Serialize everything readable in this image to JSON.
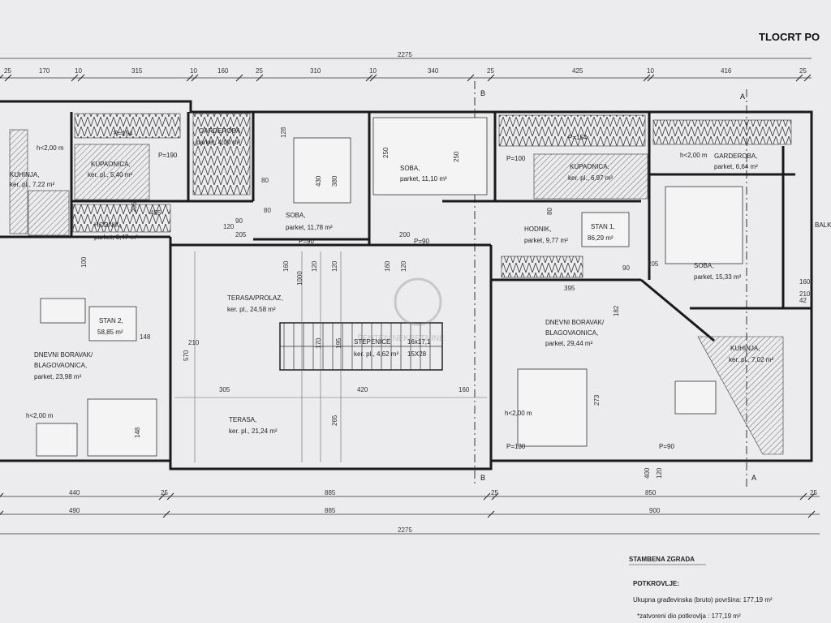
{
  "title": "TLOCRT PO",
  "dims_top": [
    "25",
    "170",
    "10",
    "315",
    "10",
    "160",
    "25",
    "310",
    "10",
    "340",
    "25",
    "425",
    "10",
    "416",
    "25"
  ],
  "total_top": "2275",
  "dims_bottom_1": [
    "440",
    "25",
    "885",
    "25",
    "850",
    "25"
  ],
  "dims_bottom_2": [
    "490",
    "885",
    "900"
  ],
  "total_bottom": "2275",
  "section_markers": [
    "B",
    "A",
    "B",
    "A"
  ],
  "rooms": {
    "stan2_kuhinja": {
      "name": "KUHINJA,",
      "area": "ker. pl., 7,22 m²"
    },
    "stan2_kupaonica": {
      "name": "KUPAONICA,",
      "area": "ker. pl., 5,40 m²"
    },
    "stan2_garderoba": {
      "name": "GARDEROBA,",
      "area": "parket, 4,00 m²"
    },
    "stan2_soba": {
      "name": "SOBA,",
      "area": "parket, 11,78 m²"
    },
    "stan2_hodnik": {
      "name": "HODNIK,",
      "area": "parket, 6,47 m²"
    },
    "stan2_boravak": {
      "name": "DNEVNI BORAVAK/",
      "name2": "BLAGOVAONICA,",
      "area": "parket, 23,98 m²"
    },
    "soba_mid": {
      "name": "SOBA,",
      "area": "parket, 11,10 m²"
    },
    "terasa_prolaz": {
      "name": "TERASA/PROLAZ,",
      "area": "ker. pl., 24,58 m²"
    },
    "stepenice": {
      "name": "STEPENICE",
      "area": "ker. pl., 4,62 m²"
    },
    "terasa": {
      "name": "TERASA,",
      "area": "ker. pl., 21,24 m²"
    },
    "stan1_kupaonica": {
      "name": "KUPAONICA,",
      "area": "ker. pl., 6,97 m²"
    },
    "stan1_garderoba": {
      "name": "GARDEROBA,",
      "area": "parket, 6,64 m²"
    },
    "stan1_hodnik": {
      "name": "HODNIK,",
      "area": "parket, 9,77 m²"
    },
    "stan1_soba": {
      "name": "SOBA,",
      "area": "parket, 15,33 m²"
    },
    "stan1_boravak": {
      "name": "DNEVNI BORAVAK/",
      "name2": "BLAGOVAONICA,",
      "area": "parket, 29,44 m²"
    },
    "stan1_kuhinja": {
      "name": "KUHINJA,",
      "area": "ker. pl., 7,02 m²"
    },
    "balkon": {
      "name": "BALK"
    }
  },
  "units": {
    "stan1": {
      "name": "STAN 1,",
      "area": "86,29 m²"
    },
    "stan2": {
      "name": "STAN 2,",
      "area": "58,85 m²"
    }
  },
  "misc_labels": {
    "h200": "h<2,00 m",
    "p90": "P=90",
    "p190": "P=190",
    "p100": "P=100",
    "p130": "P=130",
    "p154": "P=154",
    "stair_count": "16x17,1",
    "stair_size": "15X28",
    "watermark": "ŠENTEN NEKRETNINE"
  },
  "inner_dims": [
    "128",
    "250",
    "430",
    "380",
    "80",
    "485",
    "205",
    "120",
    "90",
    "205",
    "80",
    "250",
    "200",
    "120",
    "1000",
    "160",
    "120",
    "195",
    "170",
    "160",
    "120",
    "305",
    "420",
    "160",
    "570",
    "210",
    "265",
    "148",
    "80",
    "395",
    "182",
    "273",
    "120",
    "400",
    "90",
    "205",
    "160",
    "210",
    "42",
    "148",
    "100"
  ],
  "notes": {
    "heading": "STAMBENA ZGRADA",
    "sub": "POTKROVLJE:",
    "line1": "Ukupna građevinska (bruto) površina: 177,19 m²",
    "line2": "*zatvoreni dio potkrovlja : 177,19 m²"
  }
}
